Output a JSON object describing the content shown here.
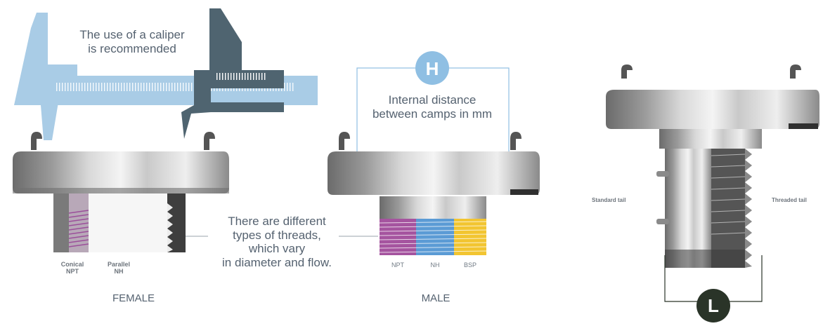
{
  "caliper_note": {
    "line1": "The use of a caliper",
    "line2": "is recommended"
  },
  "threads_note": {
    "line1": "There are different",
    "line2": "types of threads,",
    "line3": "which vary",
    "line4": "in diameter and flow."
  },
  "female": {
    "caption": "FEMALE",
    "conical_1": "Conical",
    "conical_2": "NPT",
    "parallel_1": "Parallel",
    "parallel_2": "NH"
  },
  "male": {
    "caption": "MALE",
    "badge": "H",
    "note_line1": "Internal distance",
    "note_line2": "between camps in mm",
    "threads": [
      "NPT",
      "NH",
      "BSP"
    ]
  },
  "tail": {
    "badge": "L",
    "standard": "Standard tail",
    "threaded": "Threaded tail"
  },
  "colors": {
    "caliper_light": "#a9cce6",
    "caliper_dark": "#4f6470",
    "badge_blue": "#8fbfe3",
    "badge_dark": "#2a3428",
    "thread_purple": "#9b4f9a",
    "thread_blue": "#5b9bd5",
    "thread_yellow": "#f2c531"
  }
}
